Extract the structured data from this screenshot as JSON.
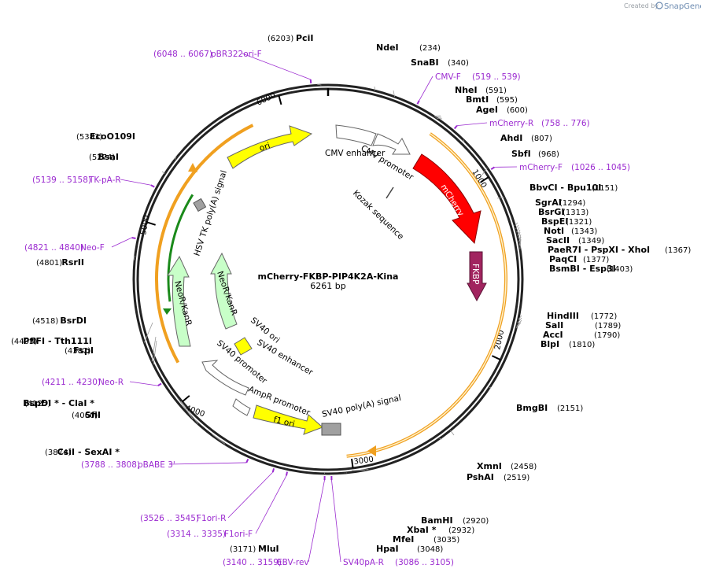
{
  "plasmid": {
    "name": "mCherry-FKBP-PIP4K2A-Kina",
    "length": "6261 bp"
  },
  "brand": {
    "prefix": "Created by",
    "name": "SnapGene"
  },
  "ticks": [
    "1000",
    "2000",
    "3000",
    "4000",
    "5000",
    "6000"
  ],
  "enzymes": [
    {
      "name": "PciI",
      "pos": "(6203)"
    },
    {
      "name": "NdeI",
      "pos": "(234)"
    },
    {
      "name": "SnaBI",
      "pos": "(340)"
    },
    {
      "name": "NheI",
      "pos": "(591)"
    },
    {
      "name": "BmtI",
      "pos": "(595)"
    },
    {
      "name": "AgeI",
      "pos": "(600)"
    },
    {
      "name": "AhdI",
      "pos": "(807)"
    },
    {
      "name": "SbfI",
      "pos": "(968)"
    },
    {
      "name": "BbvCI - Bpu10I",
      "pos": "(1151)"
    },
    {
      "name": "SgrAI",
      "pos": "(1294)"
    },
    {
      "name": "BsrGI",
      "pos": "(1313)"
    },
    {
      "name": "BspEI",
      "pos": "(1321)"
    },
    {
      "name": "NotI",
      "pos": "(1343)"
    },
    {
      "name": "SacII",
      "pos": "(1349)"
    },
    {
      "name": "PaeR7I - PspXI - XhoI",
      "pos": "(1367)"
    },
    {
      "name": "PaqCI",
      "pos": "(1377)"
    },
    {
      "name": "BsmBI - Esp3I",
      "pos": "(1403)"
    },
    {
      "name": "HindIII",
      "pos": "(1772)"
    },
    {
      "name": "SalI",
      "pos": "(1789)"
    },
    {
      "name": "AccI",
      "pos": "(1790)"
    },
    {
      "name": "BlpI",
      "pos": "(1810)"
    },
    {
      "name": "BmgBI",
      "pos": "(2151)"
    },
    {
      "name": "XmnI",
      "pos": "(2458)"
    },
    {
      "name": "PshAI",
      "pos": "(2519)"
    },
    {
      "name": "BamHI",
      "pos": "(2920)"
    },
    {
      "name": "XbaI *",
      "pos": "(2932)"
    },
    {
      "name": "MfeI",
      "pos": "(3035)"
    },
    {
      "name": "HpaI",
      "pos": "(3048)"
    },
    {
      "name": "MluI",
      "pos": "(3171)"
    },
    {
      "name": "CsiI - SexAI *",
      "pos": "(3874)"
    },
    {
      "name": "SfiI",
      "pos": "(4060)"
    },
    {
      "name": "BspDI * - ClaI *",
      "pos": "(4125)"
    },
    {
      "name": "FspI",
      "pos": "(4387)"
    },
    {
      "name": "PflFI - Tth111I",
      "pos": "(4403)"
    },
    {
      "name": "BsrDI",
      "pos": "(4518)"
    },
    {
      "name": "RsrII",
      "pos": "(4801)"
    },
    {
      "name": "BsaI",
      "pos": "(5274)"
    },
    {
      "name": "EcoO109I",
      "pos": "(5383)"
    }
  ],
  "primers": [
    {
      "name": "pBR322ori-F",
      "range": "(6048 .. 6067)"
    },
    {
      "name": "CMV-F",
      "range": "(519 .. 539)"
    },
    {
      "name": "mCherry-R",
      "range": "(758 .. 776)"
    },
    {
      "name": "mCherry-F",
      "range": "(1026 .. 1045)"
    },
    {
      "name": "TK-pA-R",
      "range": "(5139 .. 5158)"
    },
    {
      "name": "Neo-F",
      "range": "(4821 .. 4840)"
    },
    {
      "name": "Neo-R",
      "range": "(4211 .. 4230)"
    },
    {
      "name": "pBABE 3'",
      "range": "(3788 .. 3808)"
    },
    {
      "name": "F1ori-R",
      "range": "(3526 .. 3545)"
    },
    {
      "name": "F1ori-F",
      "range": "(3314 .. 3335)"
    },
    {
      "name": "EBV-rev",
      "range": "(3140 .. 3159)"
    },
    {
      "name": "SV40pA-R",
      "range": "(3086 .. 3105)"
    }
  ],
  "features": {
    "ori": "ori",
    "cmv_enhancer": "CMV enhancer",
    "cmv_promoter": "CMV promoter",
    "kozak": "Kozak sequence",
    "mcherry": "mCherry",
    "fkbp": "FKBP",
    "hsv_tk": "HSV TK poly(A) signal",
    "neor_outer": "NeoR/KanR",
    "neor_inner": "NeoR/KanR",
    "sv40_ori": "SV40 ori",
    "sv40_enhancer": "SV40 enhancer",
    "sv40_promoter": "SV40 promoter",
    "ampr_promoter": "AmpR promoter",
    "f1_ori": "f1 ori",
    "sv40_polya": "SV40 poly(A) signal"
  },
  "colors": {
    "backbone": "#222222",
    "primer": "#9b2bd0",
    "mcherry": "#ff0000",
    "fkbp": "#a1245f",
    "ori": "#ffff00",
    "neo": "#c8ffc8",
    "orf": "#f0a020",
    "orf_green": "#1a8a1a",
    "gray": "#a0a0a0"
  }
}
